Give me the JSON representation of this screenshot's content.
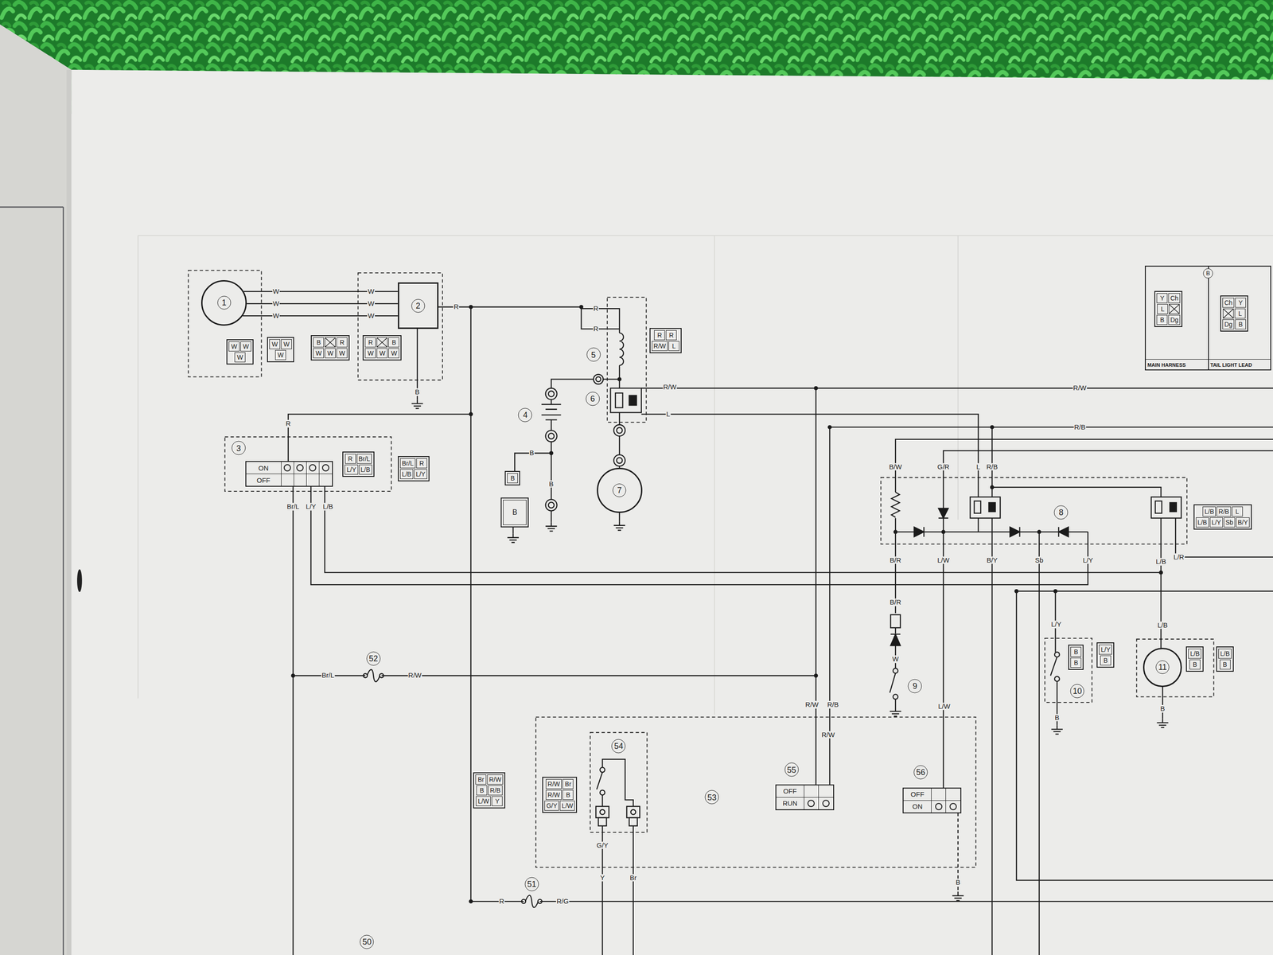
{
  "diagram": {
    "nodes": [
      {
        "text": [
          "1"
        ]
      },
      {
        "text": [
          "2"
        ]
      },
      {
        "text": [
          "W",
          "W",
          "W"
        ]
      },
      {
        "text": [
          "W",
          "W",
          "W"
        ]
      },
      {
        "text": [
          "B",
          "R",
          "W",
          "W",
          "W"
        ]
      },
      {
        "text": [
          "R",
          "B",
          "W",
          "W",
          "W"
        ]
      },
      {
        "text": [
          "B",
          "MAIN HARNESS",
          "TAIL LIGHT LEAD"
        ]
      },
      {
        "text": [
          "Y",
          "Ch",
          "L",
          "B",
          "Dg"
        ],
        "in": 6
      },
      {
        "text": [
          "Ch",
          "Y",
          "L",
          "Dg",
          "B"
        ],
        "in": 6
      },
      {
        "text": [
          "R",
          "R",
          "R/W",
          "L"
        ]
      },
      {
        "text": [
          "ON",
          "OFF"
        ]
      },
      {
        "text": [
          "R",
          "Br/L",
          "L/Y",
          "L/B"
        ]
      },
      {
        "text": [
          "Br/L",
          "R",
          "L/B",
          "L/Y"
        ]
      },
      {
        "text": [
          "B"
        ]
      },
      {
        "text": [
          "B"
        ]
      },
      {
        "text": [
          "7"
        ]
      },
      {
        "text": [
          "L/B",
          "R/B",
          "L",
          "L/B",
          "L/Y",
          "Sb",
          "B/Y"
        ]
      },
      {
        "text": [
          "B",
          "B"
        ]
      },
      {
        "text": [
          "L/Y",
          "B"
        ]
      },
      {
        "text": [
          "11"
        ]
      },
      {
        "text": [
          "L/B",
          "B"
        ]
      },
      {
        "text": [
          "L/B",
          "B"
        ]
      },
      {
        "text": [
          "Br",
          "R/W",
          "B",
          "R/B",
          "L/W",
          "Y"
        ]
      },
      {
        "text": [
          "R/W",
          "Br",
          "R/W",
          "B",
          "G/Y",
          "L/W"
        ]
      },
      {
        "text": [
          "OFF",
          "RUN"
        ]
      },
      {
        "text": [
          "OFF",
          "ON"
        ]
      }
    ],
    "edges": [
      {
        "from": 0,
        "to": 1,
        "arrow": "none",
        "label": "W"
      },
      {
        "from": 0,
        "to": 1,
        "arrow": "none",
        "label": "W"
      },
      {
        "from": 0,
        "to": 1,
        "arrow": "none",
        "label": "W"
      }
    ],
    "labels": [
      "3",
      "4",
      "5",
      "6",
      "8",
      "9",
      "10",
      "52",
      "53",
      "54",
      "55",
      "56",
      "51",
      "50",
      "W",
      "W",
      "W",
      "R",
      "B",
      "R",
      "R",
      "R/W",
      "L",
      "R/W",
      "R/B",
      "R",
      "Br/L",
      "L/Y",
      "L/B",
      "B",
      "B",
      "Br/L",
      "R/W",
      "B/W",
      "G/R",
      "L",
      "R/B",
      "B/R",
      "L/W",
      "B/Y",
      "Sb",
      "L/Y",
      "L/B",
      "L/R",
      "B/R",
      "W",
      "L/Y",
      "B",
      "L/B",
      "B",
      "R/W",
      "R/B",
      "R/W",
      "L/W",
      "G/Y",
      "Y",
      "Br",
      "B",
      "R",
      "R/G"
    ]
  }
}
